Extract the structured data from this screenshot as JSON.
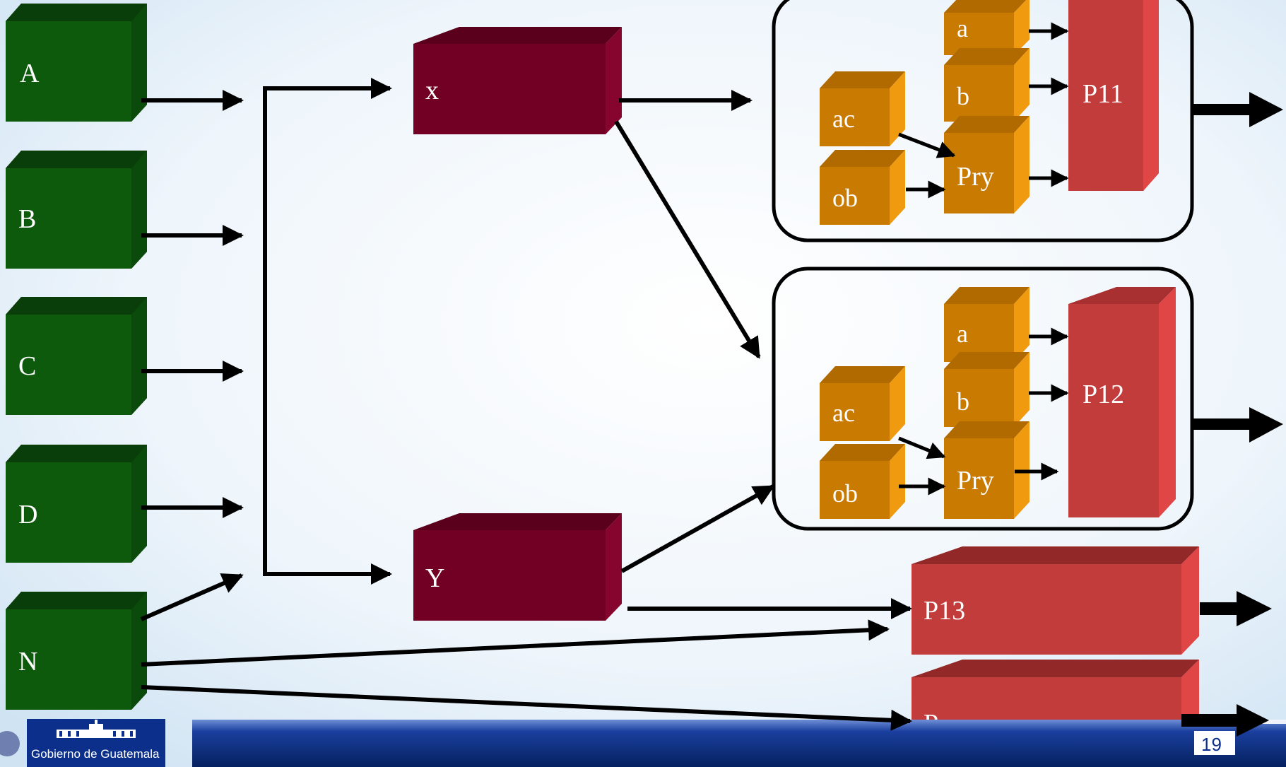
{
  "colors": {
    "green": "#0d5a0d",
    "maroon": "#720025",
    "orange": "#e08a00",
    "red": "#c33c3c",
    "footer_blue": "#0b2f8a"
  },
  "inputs": [
    {
      "id": "A",
      "label": "A"
    },
    {
      "id": "B",
      "label": "B"
    },
    {
      "id": "C",
      "label": "C"
    },
    {
      "id": "D",
      "label": "D"
    },
    {
      "id": "N",
      "label": "N"
    }
  ],
  "middle": [
    {
      "id": "x",
      "label": "x"
    },
    {
      "id": "y",
      "label": "Y"
    }
  ],
  "groups": [
    {
      "id": "g1",
      "product": "P11",
      "blocks": {
        "a": "a",
        "b": "b",
        "ac": "ac",
        "ob": "ob",
        "pry": "Pry"
      }
    },
    {
      "id": "g2",
      "product": "P12",
      "blocks": {
        "a": "a",
        "b": "b",
        "ac": "ac",
        "ob": "ob",
        "pry": "Pry"
      }
    }
  ],
  "products": [
    {
      "id": "p13",
      "label": "P13"
    },
    {
      "id": "pn",
      "label": "Pn"
    }
  ],
  "footer": {
    "logo_text": "Gobierno de Guatemala",
    "page_number": "19"
  }
}
